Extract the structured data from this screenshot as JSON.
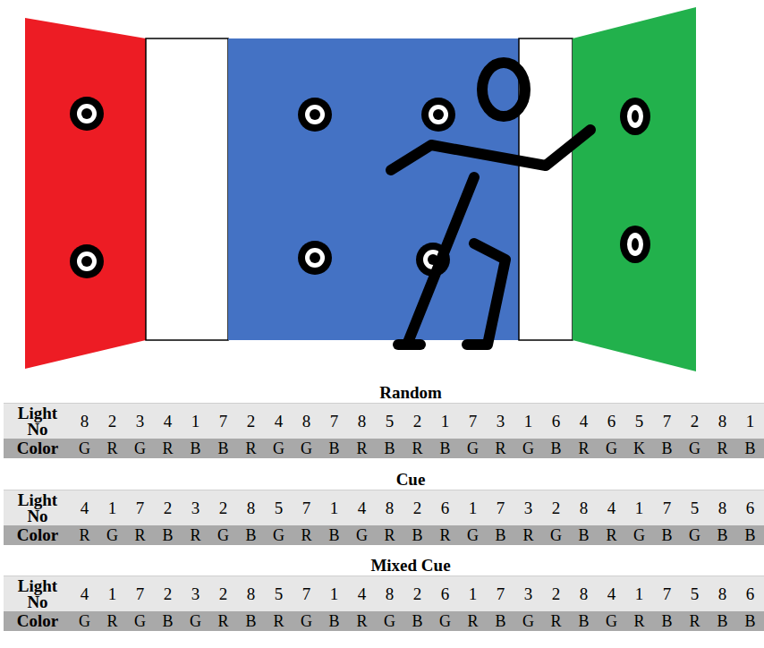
{
  "diagram": {
    "labels": [
      "Random",
      "Light No",
      "8",
      "2",
      "3",
      "4",
      "1",
      "7",
      "2",
      "4",
      "8",
      "7",
      "8",
      "5",
      "2",
      "1",
      "7",
      "3",
      "1",
      "6",
      "4",
      "6",
      "5",
      "7",
      "2",
      "8",
      "1",
      "Color",
      "G",
      "R",
      "G",
      "R",
      "B",
      "B",
      "R",
      "G",
      "G",
      "B",
      "R",
      "B",
      "R",
      "B",
      "G",
      "R",
      "G",
      "B",
      "R",
      "G",
      "K",
      "B",
      "G",
      "R",
      "B",
      "Cue",
      "Light No",
      "4",
      "1",
      "7",
      "2",
      "3",
      "2",
      "8",
      "5",
      "7",
      "1",
      "4",
      "8",
      "2",
      "6",
      "1",
      "7",
      "3",
      "2",
      "8",
      "4",
      "1",
      "7",
      "5",
      "8",
      "6",
      "Color",
      "R",
      "G",
      "R",
      "B",
      "R",
      "G",
      "B",
      "G",
      "R",
      "B",
      "G",
      "R",
      "B",
      "R",
      "G",
      "B",
      "R",
      "G",
      "B",
      "R",
      "G",
      "B",
      "G",
      "B",
      "B",
      "Mixed Cue",
      "Light No",
      "4",
      "1",
      "7",
      "2",
      "3",
      "2",
      "8",
      "5",
      "7",
      "1",
      "4",
      "8",
      "2",
      "6",
      "1",
      "7",
      "3",
      "2",
      "8",
      "4",
      "1",
      "7",
      "5",
      "8",
      "6",
      "Color",
      "G",
      "R",
      "G",
      "B",
      "G",
      "R",
      "B",
      "R",
      "G",
      "B",
      "R",
      "G",
      "B",
      "G",
      "R",
      "B",
      "G",
      "R",
      "B",
      "G",
      "R",
      "B",
      "R",
      "B",
      "B"
    ]
  }
}
